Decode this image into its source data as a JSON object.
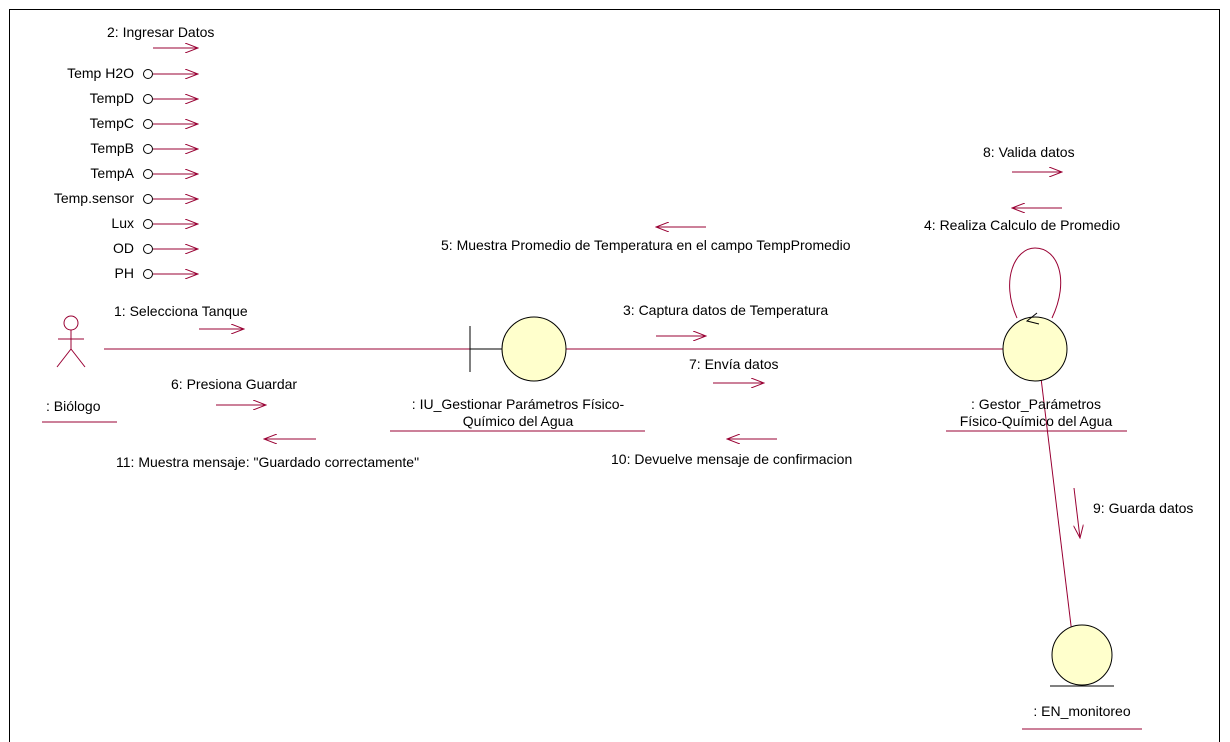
{
  "actor": {
    "name": ": Biólogo"
  },
  "boundary": {
    "line1": ": IU_Gestionar Parámetros Físico-",
    "line2": "Químico del Agua"
  },
  "control": {
    "line1": ": Gestor_Parámetros",
    "line2": "Físico-Químico del Agua"
  },
  "entity": {
    "name": ": EN_monitoreo"
  },
  "inputs_header": "2: Ingresar Datos",
  "inputs": [
    "Temp H2O",
    "TempD",
    "TempC",
    "TempB",
    "TempA",
    "Temp.sensor",
    "Lux",
    "OD",
    "PH"
  ],
  "messages": {
    "m1": "1: Selecciona Tanque",
    "m3": "3: Captura datos de Temperatura",
    "m4": "4: Realiza Calculo de Promedio",
    "m5": "5: Muestra Promedio de Temperatura en el campo TempPromedio",
    "m6": "6: Presiona Guardar",
    "m7": "7: Envía datos",
    "m8": "8: Valida datos",
    "m9": "9: Guarda datos",
    "m10": "10: Devuelve mensaje de confirmacion",
    "m11": "11: Muestra mensaje: \"Guardado correctamente\""
  },
  "colors": {
    "object_fill": "#ffffcc",
    "arrow": "#990033",
    "underline": "#990033",
    "line": "#990033",
    "outline": "#000000"
  }
}
